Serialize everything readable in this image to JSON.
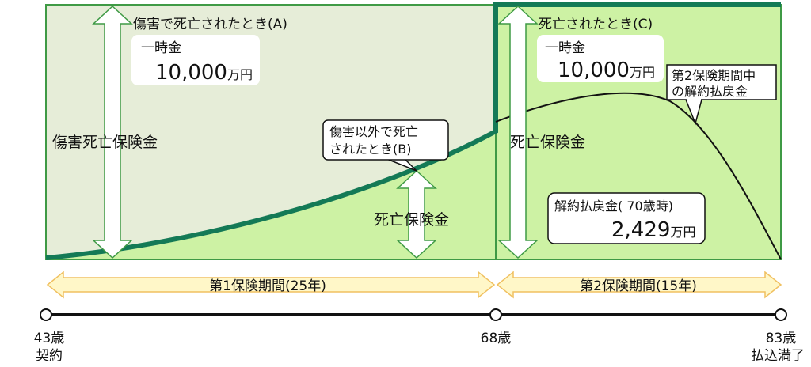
{
  "labels": {
    "case_a_title": "傷害で死亡されたとき(A)",
    "case_c_title": "死亡されたとき(C)",
    "lump_sum_label": "一時金",
    "lump_a_amount": "10,000",
    "lump_c_amount": "10,000",
    "unit": "万円",
    "injury_death_benefit": "傷害死亡保険金",
    "death_benefit_mid": "死亡保険金",
    "death_benefit_right": "死亡保険金",
    "case_b_line1": "傷害以外で死亡",
    "case_b_line2": "されたとき(B)",
    "surrender_callout_line1": "第2保険期間中",
    "surrender_callout_line2": "の解約払戻金",
    "surrender_box_label": "解約払戻金( 70歳時)",
    "surrender_box_amount": "2,429"
  },
  "periods": [
    {
      "label": "第1保険期間(25年)"
    },
    {
      "label": "第2保険期間(15年)"
    }
  ],
  "timeline": {
    "start_age": "43歳",
    "start_label": "契約",
    "mid_age": "68歳",
    "end_age": "83歳",
    "end_label": "払込満了"
  },
  "colors": {
    "light_green": "#cdf2a4",
    "pale_green": "#e6edd8",
    "dark_green": "#147a56",
    "panel_border": "#3f9a45",
    "arrow_orange": "#f0c060",
    "arrow_fill": "#fff7c8"
  }
}
